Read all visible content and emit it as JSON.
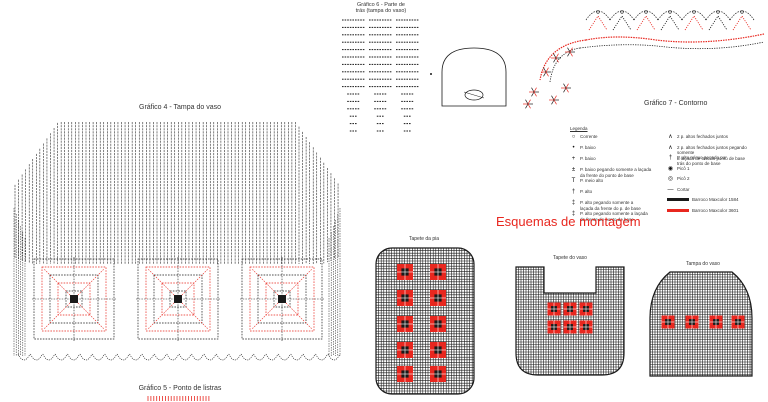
{
  "main_title": "Esquemas de montagem",
  "charts": {
    "g4_title": "Gráfico 4 - Tampa do vaso",
    "g5_title": "Gráfico 5 - Ponto de listras",
    "g6_title_l1": "Gráfico 6 - Parte de",
    "g6_title_l2": "trás (tampa do vaso)",
    "g7_title": "Gráfico 7 - Contorno",
    "tapete_pia": "Tapete da pia",
    "tapete_vaso": "Tapete do vaso",
    "tampa_vaso": "Tampa do vaso"
  },
  "legend": {
    "title": "Legenda",
    "col1": [
      {
        "icon": "chain-oval-icon",
        "l1": "Corrente",
        "l2": ""
      },
      {
        "icon": "slip-stitch-dot-icon",
        "l1": "P. baixo",
        "l2": ""
      },
      {
        "icon": "single-crochet-icon",
        "l1": "P. baixo",
        "l2": ""
      },
      {
        "icon": "front-loop-sc-icon",
        "l1": "P. baixo pegando somente a laçada",
        "l2": "da frente do ponto de base"
      },
      {
        "icon": "half-double-icon",
        "l1": "P. meio alto",
        "l2": ""
      },
      {
        "icon": "double-crochet-icon",
        "l1": "P. alto",
        "l2": ""
      },
      {
        "icon": "front-loop-dc-icon",
        "l1": "P. alto pegando somente a",
        "l2": "laçada da frente do p. de base"
      },
      {
        "icon": "back-loop-dc-icon",
        "l1": "P. alto pegando somente a laçada",
        "l2": "da frente do ponto de base"
      }
    ],
    "col2": [
      {
        "icon": "dc2tog-icon",
        "l1": "2 p. altos fechados juntos",
        "l2": ""
      },
      {
        "icon": "dc2tog-back-icon",
        "l1": "2 p. altos fechados juntos pegando somente",
        "l2": "a laçada de trás do ponto de base"
      },
      {
        "icon": "post-dc-icon",
        "l1": "P. alto relevo pegado por",
        "l2": "trás do ponto de base"
      },
      {
        "icon": "picot-1-icon",
        "l1": "Picô 1",
        "l2": ""
      },
      {
        "icon": "picot-2-icon",
        "l1": "Picô 2",
        "l2": ""
      },
      {
        "icon": "cut-yarn-icon",
        "l1": "Cortar",
        "l2": ""
      },
      {
        "icon": "color-black-bar-icon",
        "l1": "Barroco Maxcolor 1584",
        "l2": ""
      },
      {
        "icon": "color-red-bar-icon",
        "l1": "Barroco Maxcolor 3601",
        "l2": ""
      }
    ]
  },
  "colors": {
    "stitch": "#1a1a1a",
    "accent": "#e8271f",
    "paper": "#ffffff"
  }
}
